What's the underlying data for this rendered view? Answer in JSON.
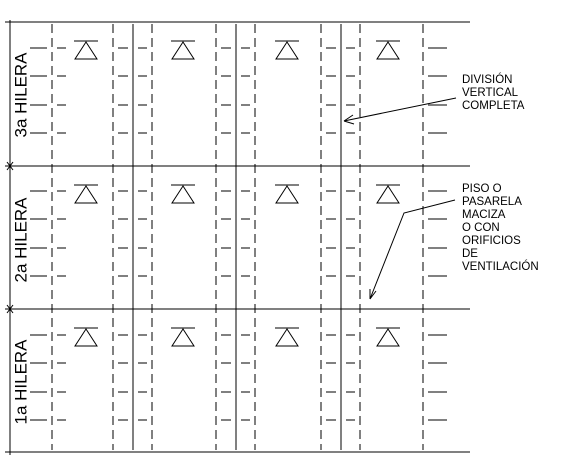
{
  "rows": [
    {
      "label": "3a HILERA"
    },
    {
      "label": "2a HILERA"
    },
    {
      "label": "1a HILERA"
    }
  ],
  "annotations": [
    {
      "lines": [
        "DIVISIÓN",
        "VERTICAL",
        "COMPLETA"
      ]
    },
    {
      "lines": [
        "PISO O",
        "PASARELA",
        "MACIZA",
        "O CON",
        "ORIFICIOS",
        "DE",
        "VENTILACIÓN"
      ]
    }
  ],
  "colors": {
    "line": "#000000",
    "background": "#ffffff"
  }
}
